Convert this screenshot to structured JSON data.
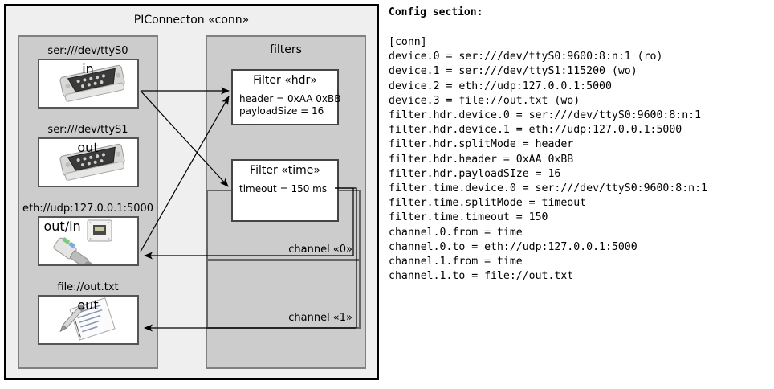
{
  "diagram": {
    "title": "PIConnecton «conn»",
    "devices_panel": {
      "name": "devices",
      "items": [
        {
          "label": "ser:///dev/ttyS0",
          "direction": "in",
          "icon": "serial-port-icon"
        },
        {
          "label": "ser:///dev/ttyS1",
          "direction": "out",
          "icon": "serial-port-icon"
        },
        {
          "label": "eth://udp:127.0.0.1:5000",
          "direction": "out/in",
          "icon": "ethernet-plug-icon"
        },
        {
          "label": "file://out.txt",
          "direction": "out",
          "icon": "text-file-icon"
        }
      ]
    },
    "filters_panel": {
      "title": "filters",
      "filters": [
        {
          "title": "Filter «hdr»",
          "attrs": [
            "header = 0xAA 0xBB",
            "payloadSize = 16"
          ]
        },
        {
          "title": "Filter «time»",
          "attrs": [
            "timeout = 150 ms"
          ]
        }
      ],
      "channels": [
        {
          "label": "channel «0»"
        },
        {
          "label": "channel «1»"
        }
      ]
    }
  },
  "config": {
    "heading": "Config section:",
    "lines": [
      "[conn]",
      "device.0 = ser:///dev/ttyS0:9600:8:n:1 (ro)",
      "device.1 = ser:///dev/ttyS1:115200 (wo)",
      "device.2 = eth://udp:127.0.0.1:5000",
      "device.3 = file://out.txt (wo)",
      "filter.hdr.device.0 = ser:///dev/ttyS0:9600:8:n:1",
      "filter.hdr.device.1 = eth://udp:127.0.0.1:5000",
      "filter.hdr.splitMode = header",
      "filter.hdr.header = 0xAA 0xBB",
      "filter.hdr.payloadSIze = 16",
      "filter.time.device.0 = ser:///dev/ttyS0:9600:8:n:1",
      "filter.time.splitMode = timeout",
      "filter.time.timeout = 150",
      "channel.0.from = time",
      "channel.0.to = eth://udp:127.0.0.1:5000",
      "channel.1.from = time",
      "channel.1.to = file://out.txt"
    ]
  },
  "colors": {
    "outer_border": "#000000",
    "panel_fill": "#cccccc",
    "panel_border": "#808080",
    "canvas_fill": "#efefef",
    "box_fill": "#ffffff",
    "arrow": "#000000"
  }
}
